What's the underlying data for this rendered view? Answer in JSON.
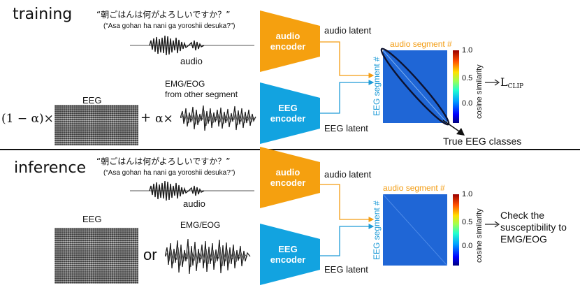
{
  "training": {
    "title": "training",
    "utterance_jp": "“朝ごはんは何がよろしいですか？”",
    "utterance_romaji": "(“Asa gohan ha nani ga yoroshii desuka?”)",
    "audio_label": "audio",
    "eeg_label": "EEG",
    "emg_label_line1": "EMG/EOG",
    "emg_label_line2": "from other segment",
    "coef_left": "(1 − α)×",
    "plus": "+",
    "coef_right": "α×",
    "audio_encoder_line1": "audio",
    "audio_encoder_line2": "encoder",
    "eeg_encoder_line1": "EEG",
    "eeg_encoder_line2": "encoder",
    "audio_latent": "audio latent",
    "eeg_latent": "EEG latent",
    "audio_segment_axis": "audio segment #",
    "eeg_segment_axis": "EEG segment #",
    "cbar_label": "cosine similarity",
    "cbar_ticks": [
      "1.0",
      "0.5",
      "0.0"
    ],
    "loss_main": "L",
    "loss_sub": "CLIP",
    "true_classes": "True EEG classes"
  },
  "inference": {
    "title": "inference",
    "utterance_jp": "“朝ごはんは何がよろしいですか？”",
    "utterance_romaji": "(“Asa gohan ha nani ga yoroshii desuka?”)",
    "audio_label": "audio",
    "eeg_label": "EEG",
    "or_label": "or",
    "emg_label": "EMG/EOG",
    "audio_encoder_line1": "audio",
    "audio_encoder_line2": "encoder",
    "eeg_encoder_line1": "EEG",
    "eeg_encoder_line2": "encoder",
    "audio_latent": "audio latent",
    "eeg_latent": "EEG latent",
    "audio_segment_axis": "audio segment #",
    "eeg_segment_axis": "EEG segment #",
    "cbar_label": "cosine similarity",
    "cbar_ticks": [
      "1.0",
      "0.5",
      "0.0"
    ],
    "output_line1": "Check the",
    "output_line2": "susceptibility to",
    "output_line3": "EMG/EOG"
  },
  "colors": {
    "audio_encoder": "#f5a00f",
    "eeg_encoder": "#12a3e0",
    "audio_arrow": "#f39c12",
    "eeg_arrow": "#1e9bd7",
    "heatmap": "#1f66d6"
  }
}
